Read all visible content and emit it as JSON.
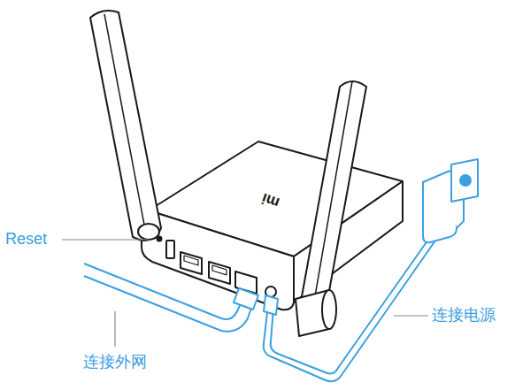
{
  "diagram": {
    "labels": [
      "Reset",
      "连接外网",
      "连接电源",
      "mi"
    ]
  }
}
